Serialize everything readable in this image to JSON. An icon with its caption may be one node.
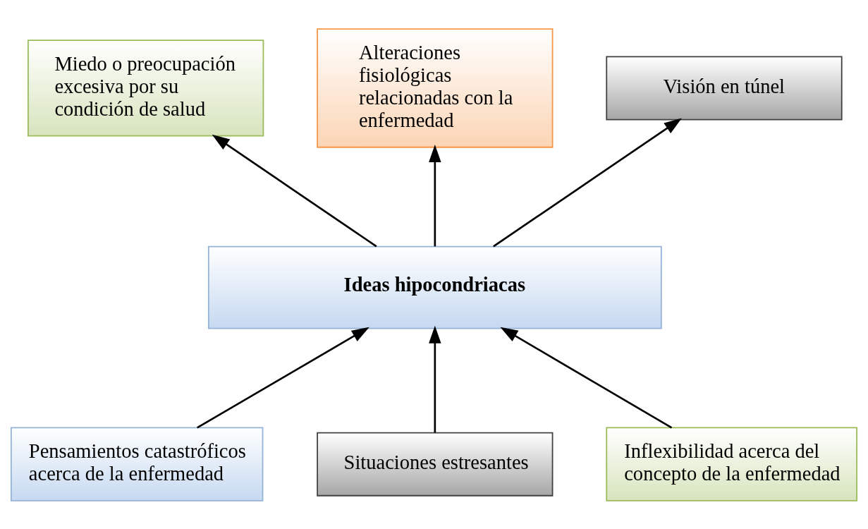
{
  "diagram": {
    "nodes": [
      {
        "text": [
          "Miedo o preocupación excesiva por su condición de salud"
        ]
      },
      {
        "text": [
          "Alteraciones fisiológicas relacionadas con la enfermedad"
        ]
      },
      {
        "text": [
          "Visión en túnel"
        ]
      },
      {
        "text": [
          "Ideas hipocondriacas"
        ]
      },
      {
        "text": [
          "Pensamientos catastróficos acerca de la enfermedad"
        ]
      },
      {
        "text": [
          "Situaciones estresantes"
        ]
      },
      {
        "text": [
          "Inflexibilidad acerca del concepto de la enfermedad"
        ]
      }
    ],
    "edges": [
      {
        "from": 3,
        "to": 0,
        "arrow": "to"
      },
      {
        "from": 3,
        "to": 1,
        "arrow": "to"
      },
      {
        "from": 3,
        "to": 2,
        "arrow": "to"
      },
      {
        "from": 4,
        "to": 3,
        "arrow": "to"
      },
      {
        "from": 5,
        "to": 3,
        "arrow": "to"
      },
      {
        "from": 6,
        "to": 3,
        "arrow": "to"
      }
    ]
  }
}
